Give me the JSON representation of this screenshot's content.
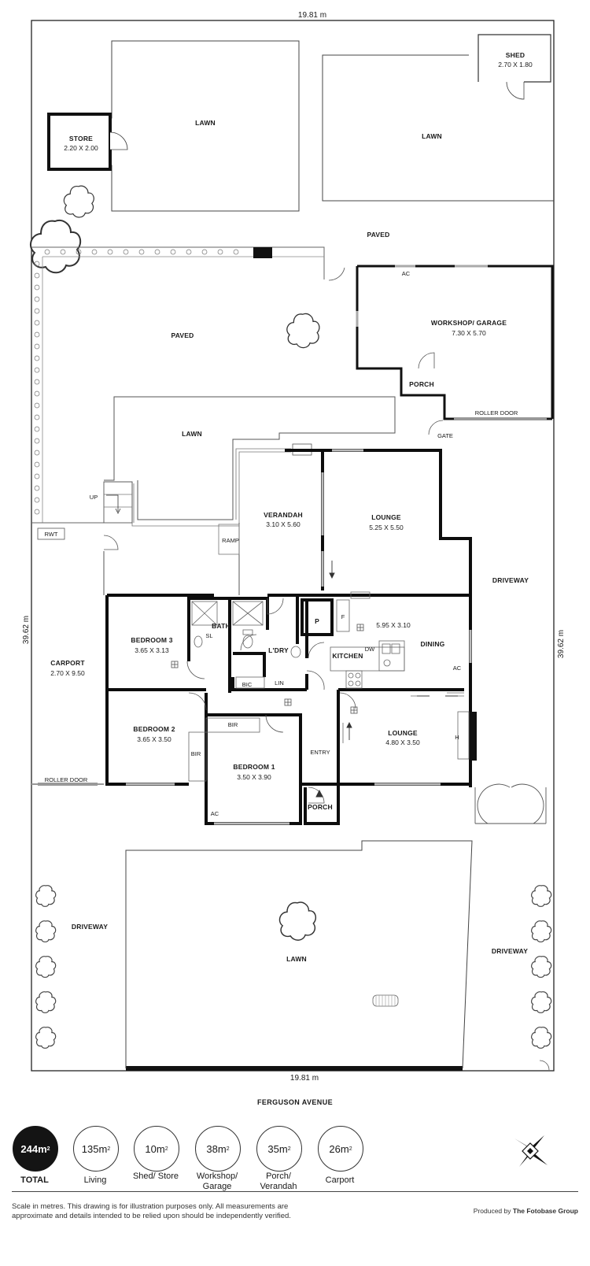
{
  "site": {
    "width_top": "19.81 m",
    "width_bottom": "19.81 m",
    "depth_left": "39.62 m",
    "depth_right": "39.62 m",
    "street": "FERGUSON AVENUE"
  },
  "rooms": {
    "shed": {
      "name": "SHED",
      "dims": "2.70 X 1.80"
    },
    "store": {
      "name": "STORE",
      "dims": "2.20 X 2.00"
    },
    "lawn_top_left": {
      "name": "LAWN"
    },
    "lawn_top_right": {
      "name": "LAWN"
    },
    "paved_top": {
      "name": "PAVED"
    },
    "paved_left": {
      "name": "PAVED"
    },
    "workshop": {
      "name": "WORKSHOP/ GARAGE",
      "dims": "7.30 X 5.70"
    },
    "porch_rear": {
      "name": "PORCH"
    },
    "lawn_mid": {
      "name": "LAWN"
    },
    "verandah": {
      "name": "VERANDAH",
      "dims": "3.10 X 5.60"
    },
    "lounge_top": {
      "name": "LOUNGE",
      "dims": "5.25 X 5.50"
    },
    "driveway_right": {
      "name": "DRIVEWAY"
    },
    "carport": {
      "name": "CARPORT",
      "dims": "2.70 X 9.50"
    },
    "bedroom3": {
      "name": "BEDROOM 3",
      "dims": "3.65 X 3.13"
    },
    "bath": {
      "name": "BATH"
    },
    "laundry": {
      "name": "L'DRY"
    },
    "kitchen": {
      "name": "KITCHEN"
    },
    "dining": {
      "name": "DINING",
      "dims": "5.95 X 3.10"
    },
    "bedroom2": {
      "name": "BEDROOM 2",
      "dims": "3.65 X 3.50"
    },
    "bedroom1": {
      "name": "BEDROOM 1",
      "dims": "3.50 X 3.90"
    },
    "lounge_front": {
      "name": "LOUNGE",
      "dims": "4.80 X 3.50"
    },
    "entry": {
      "name": "ENTRY"
    },
    "porch_front": {
      "name": "PORCH"
    },
    "driveway_left": {
      "name": "DRIVEWAY"
    },
    "lawn_front": {
      "name": "LAWN"
    },
    "driveway_front_right": {
      "name": "DRIVEWAY"
    }
  },
  "fixtures": {
    "ac_garage": "AC",
    "roller_door_garage": "ROLLER DOOR",
    "gate": "GATE",
    "up": "UP",
    "rwt": "RWT",
    "ramp": "RAMP",
    "sl": "SL",
    "pantry": "P",
    "fridge": "F",
    "dw": "DW",
    "ac_dining": "AC",
    "bic": "BIC",
    "lin": "LIN",
    "bir_bed1": "BIR",
    "bir_bed2": "BIR",
    "heater": "H",
    "ac_bed1": "AC",
    "roller_door_carport": "ROLLER DOOR"
  },
  "areas": [
    {
      "value": "244m",
      "label": "TOTAL",
      "total": true
    },
    {
      "value": "135m",
      "label": "Living",
      "total": false
    },
    {
      "value": "10m",
      "label": "Shed/ Store",
      "total": false
    },
    {
      "value": "38m",
      "label": "Workshop/ Garage",
      "total": false
    },
    {
      "value": "35m",
      "label": "Porch/ Verandah",
      "total": false
    },
    {
      "value": "26m",
      "label": "Carport",
      "total": false
    }
  ],
  "area_unit_sup": "2",
  "footer": {
    "disclaimer": "Scale in metres. This drawing is for illustration purposes only. All measurements are approximate and details intended to be relied upon should be independently verified.",
    "produced_by_prefix": "Produced by",
    "produced_by_name": "The Fotobase Group"
  }
}
